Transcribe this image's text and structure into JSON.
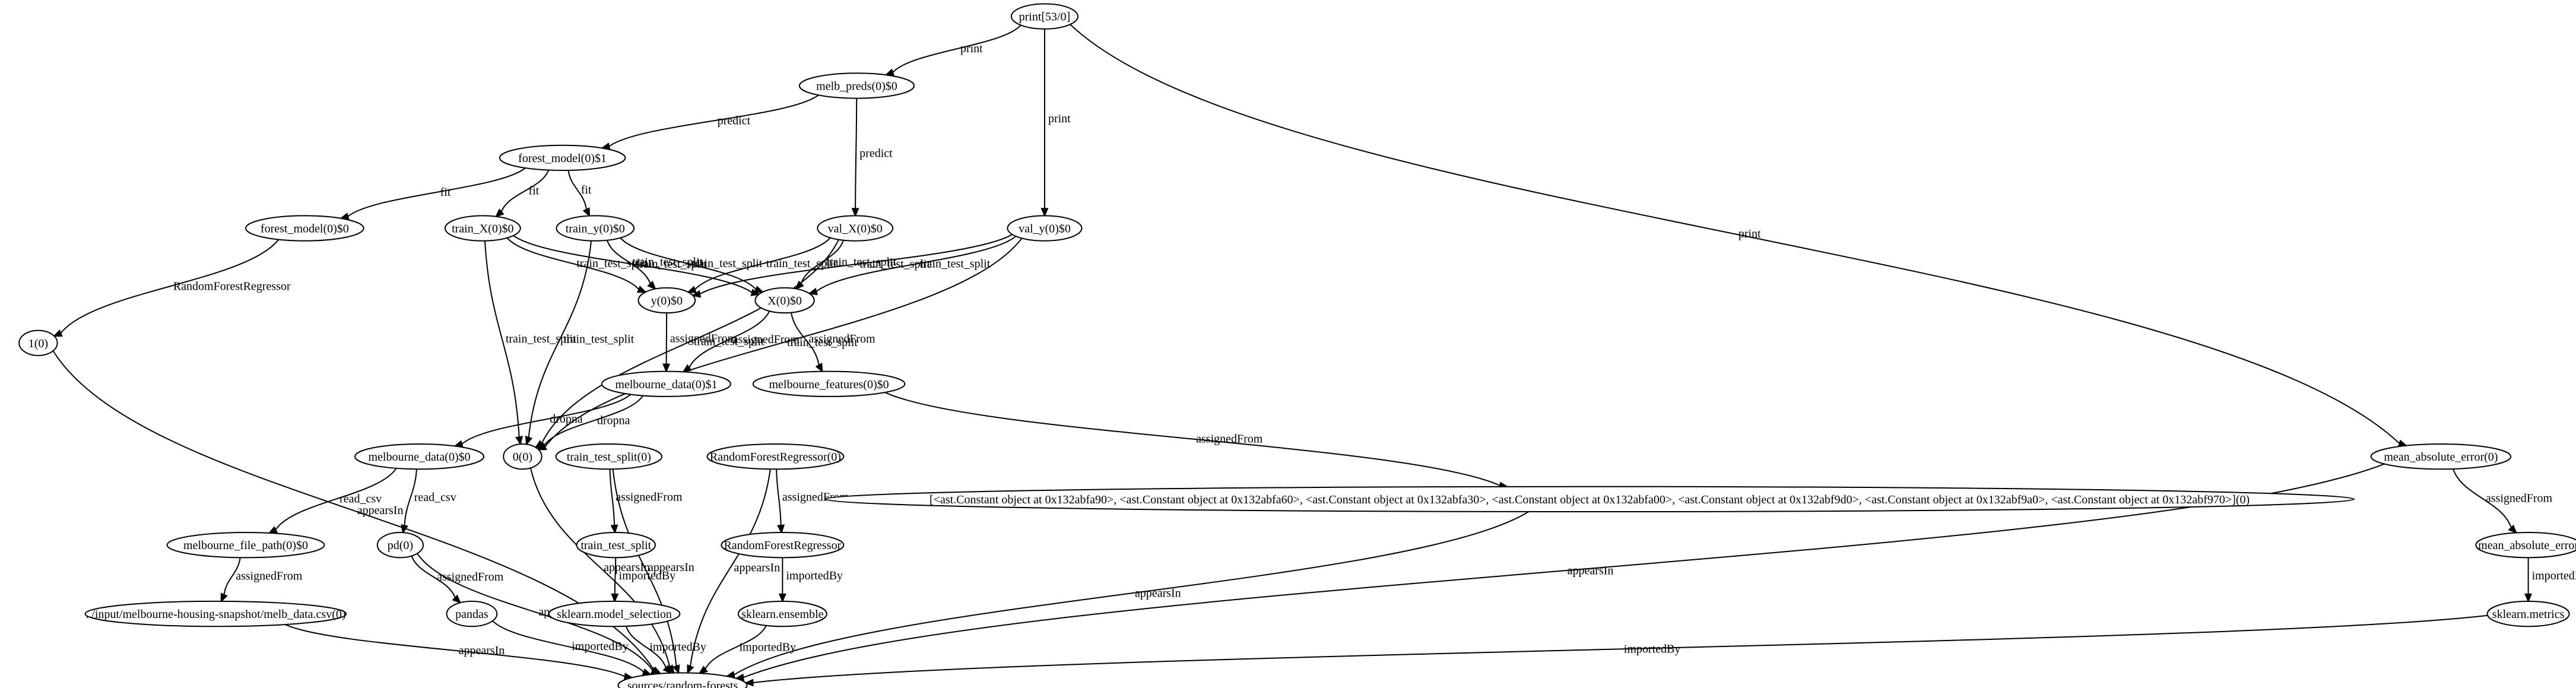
{
  "nodes": [
    {
      "id": "print",
      "label": "print[53/0]"
    },
    {
      "id": "melb_preds",
      "label": "melb_preds(0)$0"
    },
    {
      "id": "forest_model1",
      "label": "forest_model(0)$1"
    },
    {
      "id": "forest_model0",
      "label": "forest_model(0)$0"
    },
    {
      "id": "train_X",
      "label": "train_X(0)$0"
    },
    {
      "id": "train_y",
      "label": "train_y(0)$0"
    },
    {
      "id": "val_X",
      "label": "val_X(0)$0"
    },
    {
      "id": "val_y",
      "label": "val_y(0)$0"
    },
    {
      "id": "n1",
      "label": "1(0)"
    },
    {
      "id": "y0",
      "label": "y(0)$0"
    },
    {
      "id": "X0",
      "label": "X(0)$0"
    },
    {
      "id": "melbourne_data1",
      "label": "melbourne_data(0)$1"
    },
    {
      "id": "melbourne_features",
      "label": "melbourne_features(0)$0"
    },
    {
      "id": "melbourne_data0",
      "label": "melbourne_data(0)$0"
    },
    {
      "id": "n0",
      "label": "0(0)"
    },
    {
      "id": "tts0",
      "label": "train_test_split(0)"
    },
    {
      "id": "rfr0",
      "label": "RandomForestRegressor(0)"
    },
    {
      "id": "mae0",
      "label": "mean_absolute_error(0)"
    },
    {
      "id": "const_list",
      "label": "[<ast.Constant object at 0x132abfa90>, <ast.Constant object at 0x132abfa60>, <ast.Constant object at 0x132abfa30>, <ast.Constant object at 0x132abfa00>, <ast.Constant object at 0x132abf9d0>, <ast.Constant object at 0x132abf9a0>, <ast.Constant object at 0x132abf970>](0)"
    },
    {
      "id": "melb_path",
      "label": "melbourne_file_path(0)$0"
    },
    {
      "id": "pd",
      "label": "pd(0)"
    },
    {
      "id": "tts",
      "label": "train_test_split"
    },
    {
      "id": "rfr",
      "label": "RandomForestRegressor"
    },
    {
      "id": "mae",
      "label": "mean_absolute_error"
    },
    {
      "id": "csv_path",
      "label": "../input/melbourne-housing-snapshot/melb_data.csv(0)"
    },
    {
      "id": "pandas",
      "label": "pandas"
    },
    {
      "id": "sk_ms",
      "label": "sklearn.model_selection"
    },
    {
      "id": "sk_ens",
      "label": "sklearn.ensemble"
    },
    {
      "id": "sk_met",
      "label": "sklearn.metrics"
    },
    {
      "id": "sources",
      "label": "sources/random-forests"
    }
  ],
  "edges": [
    {
      "from": "print",
      "to": "melb_preds",
      "label": "print"
    },
    {
      "from": "print",
      "to": "val_y",
      "label": "print"
    },
    {
      "from": "print",
      "to": "mae0",
      "label": "print"
    },
    {
      "from": "melb_preds",
      "to": "forest_model1",
      "label": "predict"
    },
    {
      "from": "melb_preds",
      "to": "val_X",
      "label": "predict"
    },
    {
      "from": "forest_model1",
      "to": "forest_model0",
      "label": "fit"
    },
    {
      "from": "forest_model1",
      "to": "train_X",
      "label": "fit"
    },
    {
      "from": "forest_model1",
      "to": "train_y",
      "label": "fit"
    },
    {
      "from": "forest_model0",
      "to": "n1",
      "label": "RandomForestRegressor"
    },
    {
      "from": "train_X",
      "to": "y0",
      "label": "train_test_split"
    },
    {
      "from": "train_X",
      "to": "X0",
      "label": "train_test_split"
    },
    {
      "from": "train_X",
      "to": "n0",
      "label": "train_test_split"
    },
    {
      "from": "train_y",
      "to": "y0",
      "label": "train_test_split"
    },
    {
      "from": "train_y",
      "to": "X0",
      "label": "train_test_split"
    },
    {
      "from": "train_y",
      "to": "n0",
      "label": "train_test_split"
    },
    {
      "from": "val_X",
      "to": "y0",
      "label": "train_test_split"
    },
    {
      "from": "val_X",
      "to": "X0",
      "label": "train_test_split"
    },
    {
      "from": "val_X",
      "to": "n0",
      "label": "train_test_split"
    },
    {
      "from": "val_y",
      "to": "y0",
      "label": "train_test_split"
    },
    {
      "from": "val_y",
      "to": "X0",
      "label": "train_test_split"
    },
    {
      "from": "val_y",
      "to": "n0",
      "label": "train_test_split"
    },
    {
      "from": "y0",
      "to": "melbourne_data1",
      "label": "assignedFrom"
    },
    {
      "from": "X0",
      "to": "melbourne_data1",
      "label": "assignedFrom"
    },
    {
      "from": "X0",
      "to": "melbourne_features",
      "label": "assignedFrom"
    },
    {
      "from": "melbourne_data1",
      "to": "melbourne_data0",
      "label": "dropna"
    },
    {
      "from": "melbourne_data1",
      "to": "n0",
      "label": "dropna"
    },
    {
      "from": "melbourne_features",
      "to": "const_list",
      "label": "assignedFrom"
    },
    {
      "from": "melbourne_data0",
      "to": "melb_path",
      "label": "read_csv"
    },
    {
      "from": "melbourne_data0",
      "to": "pd",
      "label": "read_csv"
    },
    {
      "from": "n1",
      "to": "sources",
      "label": "appearsIn"
    },
    {
      "from": "n0",
      "to": "sources",
      "label": "appearsIn"
    },
    {
      "from": "tts0",
      "to": "tts",
      "label": "assignedFrom"
    },
    {
      "from": "tts0",
      "to": "sources",
      "label": "appearsIn"
    },
    {
      "from": "rfr0",
      "to": "rfr",
      "label": "assignedFrom"
    },
    {
      "from": "rfr0",
      "to": "sources",
      "label": "appearsIn"
    },
    {
      "from": "mae0",
      "to": "mae",
      "label": "assignedFrom"
    },
    {
      "from": "mae0",
      "to": "sources",
      "label": "appearsIn"
    },
    {
      "from": "const_list",
      "to": "sources",
      "label": "appearsIn"
    },
    {
      "from": "melb_path",
      "to": "csv_path",
      "label": "assignedFrom"
    },
    {
      "from": "pd",
      "to": "pandas",
      "label": "assignedFrom"
    },
    {
      "from": "pd",
      "to": "sources",
      "label": "appearsIn"
    },
    {
      "from": "tts",
      "to": "sk_ms",
      "label": "importedBy"
    },
    {
      "from": "rfr",
      "to": "sk_ens",
      "label": "importedBy"
    },
    {
      "from": "mae",
      "to": "sk_met",
      "label": "importedBy"
    },
    {
      "from": "csv_path",
      "to": "sources",
      "label": "appearsIn"
    },
    {
      "from": "pandas",
      "to": "sources",
      "label": "importedBy"
    },
    {
      "from": "sk_ms",
      "to": "sources",
      "label": "importedBy"
    },
    {
      "from": "sk_ens",
      "to": "sources",
      "label": "importedBy"
    },
    {
      "from": "sk_met",
      "to": "sources",
      "label": "importedBy"
    }
  ]
}
